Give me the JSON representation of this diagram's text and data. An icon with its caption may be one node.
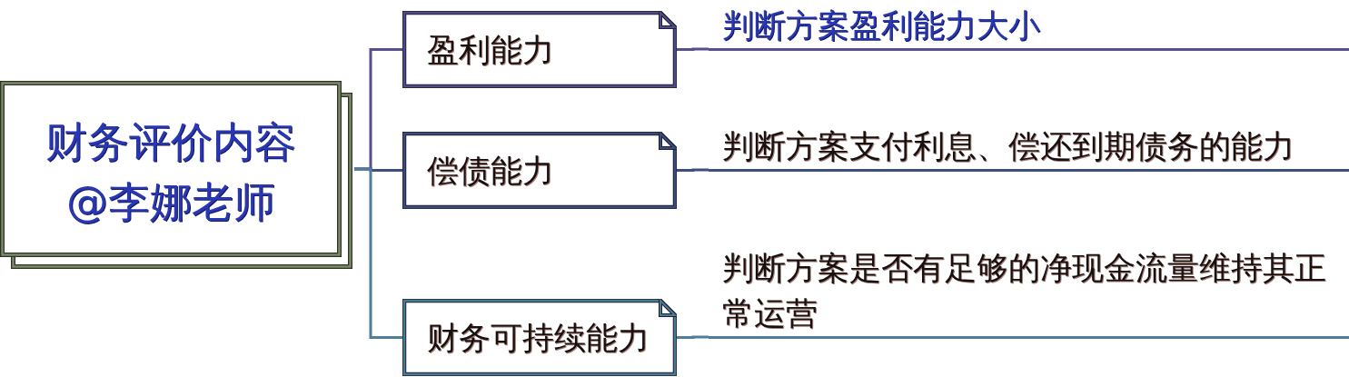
{
  "diagram": {
    "nodes": [
      {
        "text": [
          "财务评价内容",
          "@李娜老师"
        ]
      },
      {
        "text": [
          "盈利能力"
        ]
      },
      {
        "text": [
          "偿债能力"
        ]
      },
      {
        "text": [
          "财务可持续能力"
        ]
      },
      {
        "text": [
          "判断方案盈利能力大小"
        ]
      },
      {
        "text": [
          "判断方案支付利息、偿还到期债务的能力"
        ]
      },
      {
        "text": [
          "判断方案是否有足够的净现金流量维持其正常运营"
        ]
      }
    ],
    "edges": [
      {
        "from": 0,
        "to": 1,
        "arrow": "none",
        "color": "#5b4e8e"
      },
      {
        "from": 0,
        "to": 2,
        "arrow": "none",
        "color": "#3d4f80"
      },
      {
        "from": 0,
        "to": 3,
        "arrow": "none",
        "color": "#4f7f98"
      },
      {
        "from": 1,
        "to": 4,
        "arrow": "none",
        "color": "#5b4e8e"
      },
      {
        "from": 2,
        "to": 5,
        "arrow": "none",
        "color": "#3d4f80"
      },
      {
        "from": 3,
        "to": 6,
        "arrow": "none",
        "color": "#4f7f98"
      }
    ]
  }
}
